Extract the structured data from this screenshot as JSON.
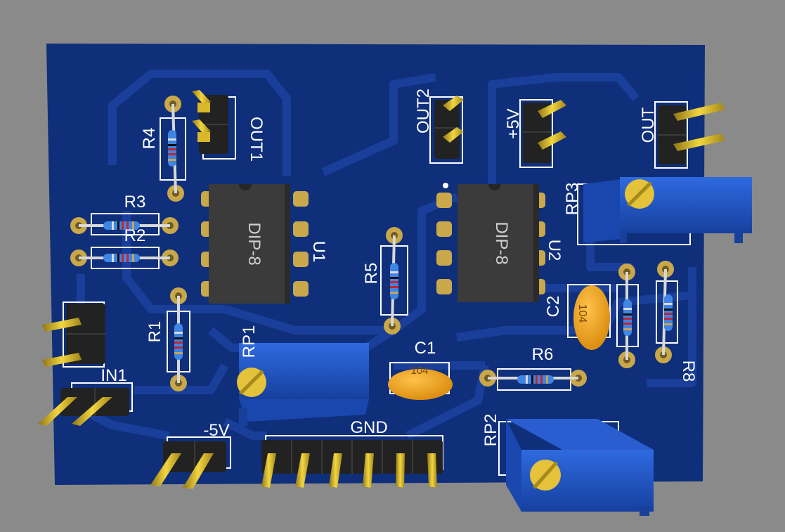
{
  "board": {
    "colors": {
      "background": "#8a8a8a",
      "pcb": "#0f2f7a",
      "trace": "#16398f",
      "silkscreen": "#ffffff",
      "pad": "#c9a84b",
      "ic_body": "#3b3b3b",
      "trimmer": "#1f55c8",
      "ceramic_cap": "#f0a21a",
      "header_body": "#222222",
      "pin": "#d9b72a"
    }
  },
  "labels": {
    "r1": "R1",
    "r2": "R2",
    "r3": "R3",
    "r4": "R4",
    "r5": "R5",
    "r6": "R6",
    "r8": "R8",
    "c1": "C1",
    "c2": "C2",
    "u1": "U1",
    "u2": "U2",
    "dip1": "DIP-8",
    "dip2": "DIP-8",
    "out1": "OUT1",
    "out2": "OUT2",
    "out": "OUT",
    "plus5v": "+5V",
    "minus5v": "-5V",
    "gnd": "GND",
    "in1": "IN1",
    "rp1": "RP1",
    "rp2": "RP2",
    "rp3": "RP3",
    "cap_code_c1": "104",
    "cap_code_c2": "104"
  }
}
